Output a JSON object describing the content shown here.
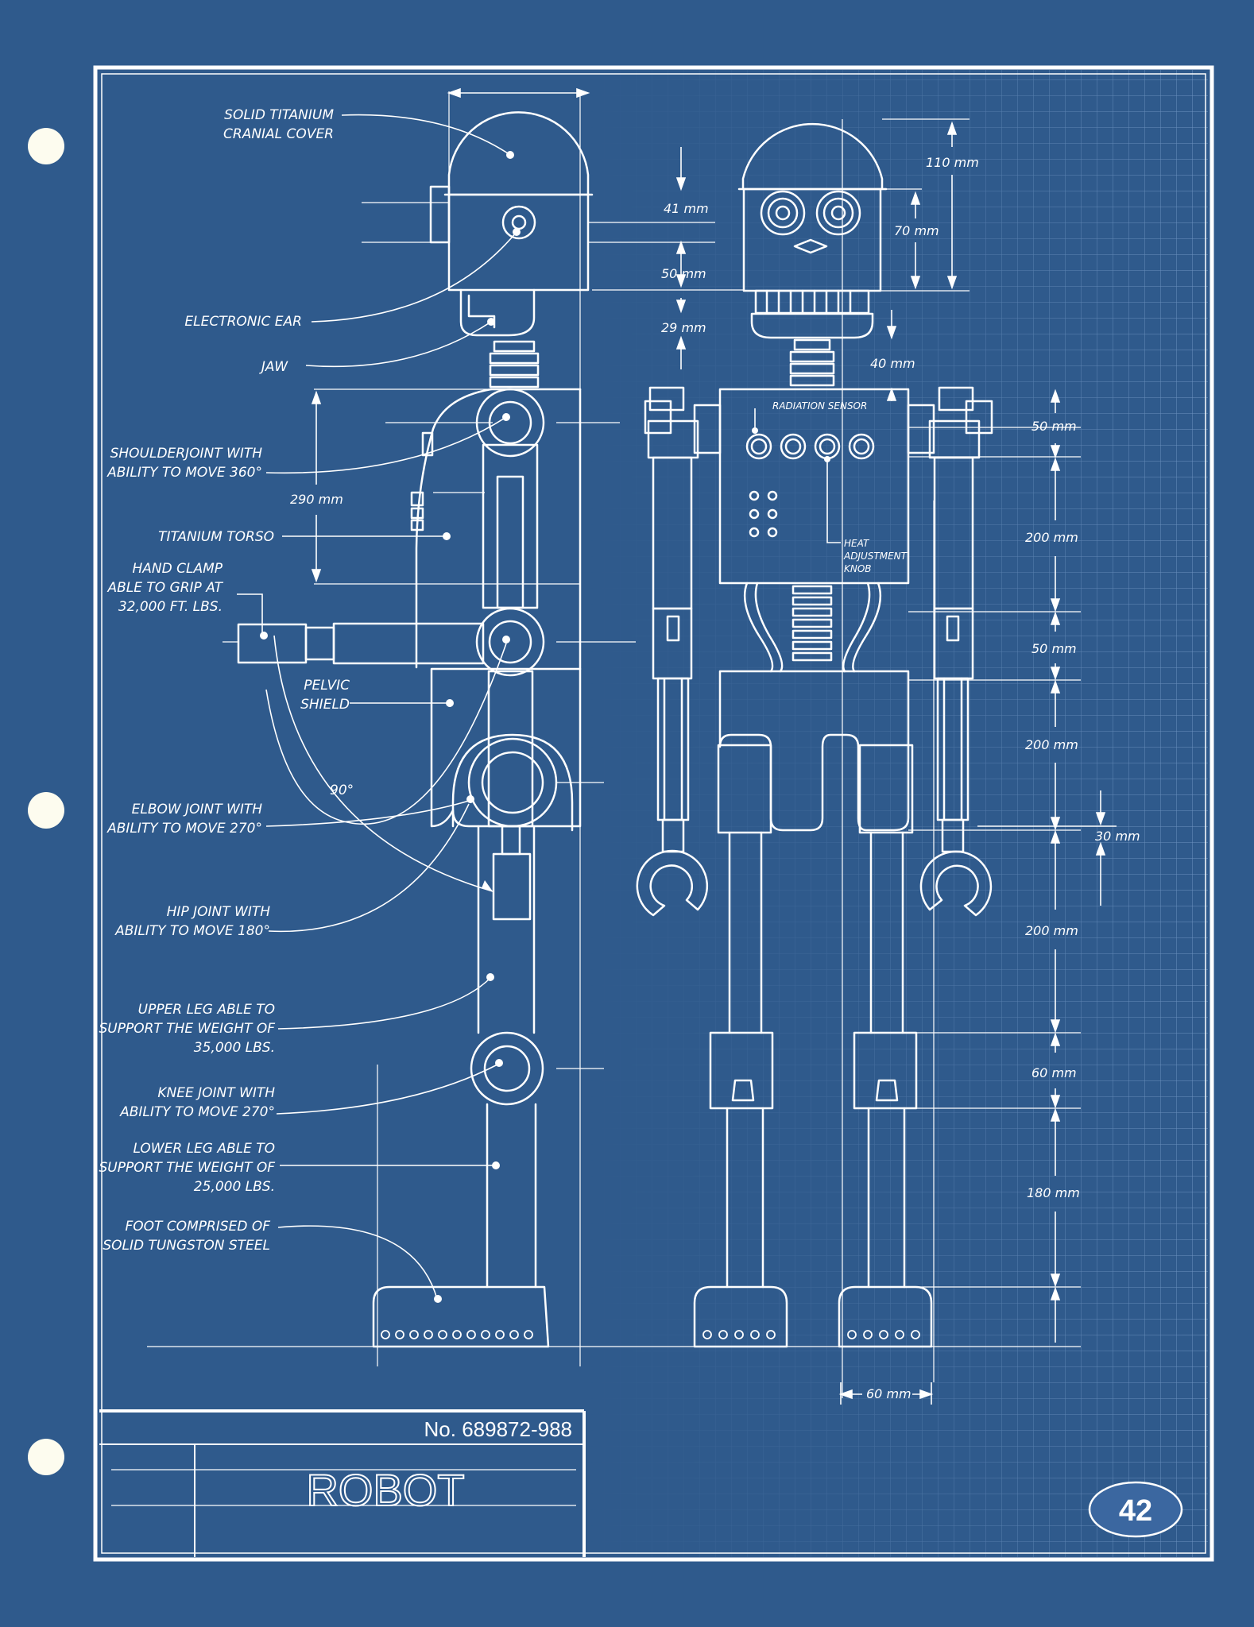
{
  "colors": {
    "background": "#2f5a8c",
    "line": "#ffffff",
    "grid": "#6f94c1",
    "badge": "#3b67a0"
  },
  "labels": {
    "cranial_1": "SOLID TITANIUM",
    "cranial_2": "CRANIAL COVER",
    "ear": "ELECTRONIC EAR",
    "jaw": "JAW",
    "shoulder_1": "SHOULDERJOINT WITH",
    "shoulder_2": "ABILITY TO MOVE 360°",
    "torso": "TITANIUM TORSO",
    "clamp_1": "HAND CLAMP",
    "clamp_2": "ABLE TO GRIP AT",
    "clamp_3": "32,000 FT. LBS.",
    "pelvic_1": "PELVIC",
    "pelvic_2": "SHIELD",
    "angle": "90°",
    "elbow_1": "ELBOW JOINT WITH",
    "elbow_2": "ABILITY TO MOVE 270°",
    "hip_1": "HIP JOINT WITH",
    "hip_2": "ABILITY TO MOVE 180°",
    "upper_leg_1": "UPPER LEG ABLE TO",
    "upper_leg_2": "SUPPORT THE WEIGHT OF",
    "upper_leg_3": "35,000 LBS.",
    "knee_1": "KNEE JOINT WITH",
    "knee_2": "ABILITY TO MOVE 270°",
    "lower_leg_1": "LOWER LEG ABLE TO",
    "lower_leg_2": "SUPPORT THE WEIGHT OF",
    "lower_leg_3": "25,000 LBS.",
    "foot_1": "FOOT COMPRISED OF",
    "foot_2": "SOLID TUNGSTON STEEL",
    "radiation": "RADIATION SENSOR",
    "heat_1": "HEAT",
    "heat_2": "ADJUSTMENT",
    "heat_3": "KNOB"
  },
  "dimensions": {
    "d41": "41 mm",
    "d50a": "50 mm",
    "d29": "29 mm",
    "d40": "40 mm",
    "d110": "110 mm",
    "d70": "70 mm",
    "d290": "290 mm",
    "d50b": "50 mm",
    "d200a": "200 mm",
    "d50c": "50 mm",
    "d200b": "200 mm",
    "d30": "30 mm",
    "d200c": "200 mm",
    "d60a": "60 mm",
    "d180": "180 mm",
    "d60b": "60 mm"
  },
  "title_block": {
    "number": "No. 689872-988",
    "title": "ROBOT"
  },
  "page_number": "42"
}
